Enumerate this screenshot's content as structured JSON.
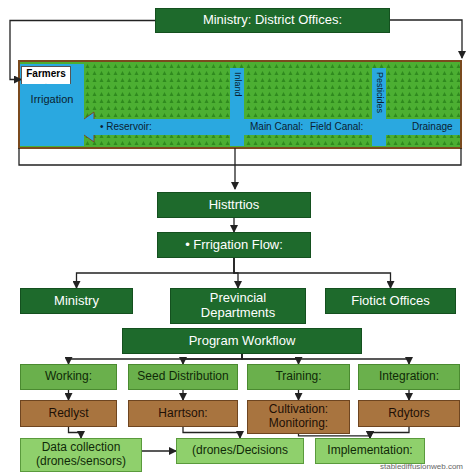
{
  "diagram": {
    "nodes": [
      {
        "text": [
          "Ministry: District Offices:"
        ]
      },
      {
        "text": [
          "Farmers •"
        ]
      },
      {
        "text": [
          "Irrigation"
        ]
      },
      {
        "text": [
          "Histtrtios"
        ]
      },
      {
        "text": [
          "• Frrigation Flow:"
        ]
      },
      {
        "text": [
          "Ministry"
        ]
      },
      {
        "text": [
          "Previncial Departments"
        ]
      },
      {
        "text": [
          "Fiotict Offices"
        ]
      },
      {
        "text": [
          "Program Workflow"
        ]
      },
      {
        "text": [
          "Working:"
        ]
      },
      {
        "text": [
          "Seed Distribution"
        ]
      },
      {
        "text": [
          "Training:"
        ]
      },
      {
        "text": [
          "Integration:"
        ]
      },
      {
        "text": [
          "Redlyst"
        ]
      },
      {
        "text": [
          "Harrtson:"
        ]
      },
      {
        "text": [
          "Cultivation: Monitoring:"
        ]
      },
      {
        "text": [
          "Rdytors"
        ]
      },
      {
        "text": [
          "Data collection (drones/sensors)"
        ]
      },
      {
        "text": [
          "(drones/Decisions"
        ]
      },
      {
        "text": [
          "Implementation:"
        ]
      }
    ],
    "edges": [
      {
        "from": 0,
        "to": 1,
        "arrow": "to"
      },
      {
        "from": 3,
        "to": 4,
        "arrow": "to"
      },
      {
        "from": 4,
        "to": 5,
        "arrow": "to"
      },
      {
        "from": 4,
        "to": 6,
        "arrow": "to"
      },
      {
        "from": 4,
        "to": 7,
        "arrow": "to"
      },
      {
        "from": 8,
        "to": 9,
        "arrow": "to"
      },
      {
        "from": 8,
        "to": 10,
        "arrow": "to"
      },
      {
        "from": 8,
        "to": 11,
        "arrow": "to"
      },
      {
        "from": 8,
        "to": 12,
        "arrow": "to"
      },
      {
        "from": 9,
        "to": 13,
        "arrow": "to"
      },
      {
        "from": 10,
        "to": 14,
        "arrow": "to"
      },
      {
        "from": 11,
        "to": 15,
        "arrow": "to"
      },
      {
        "from": 12,
        "to": 16,
        "arrow": "to"
      },
      {
        "from": 13,
        "to": 17,
        "arrow": "to"
      },
      {
        "from": 14,
        "to": 18,
        "arrow": "to"
      },
      {
        "from": 15,
        "to": 19,
        "arrow": "to"
      },
      {
        "from": 16,
        "to": 19,
        "arrow": "to"
      },
      {
        "from": 17,
        "to": 18,
        "arrow": "to"
      }
    ],
    "labels": [
      "• Reservoir:",
      "Main Canal:",
      "Field Canal:",
      "Drainage",
      "Inland",
      "Pesticides",
      "stablediffusionweb.com"
    ]
  }
}
